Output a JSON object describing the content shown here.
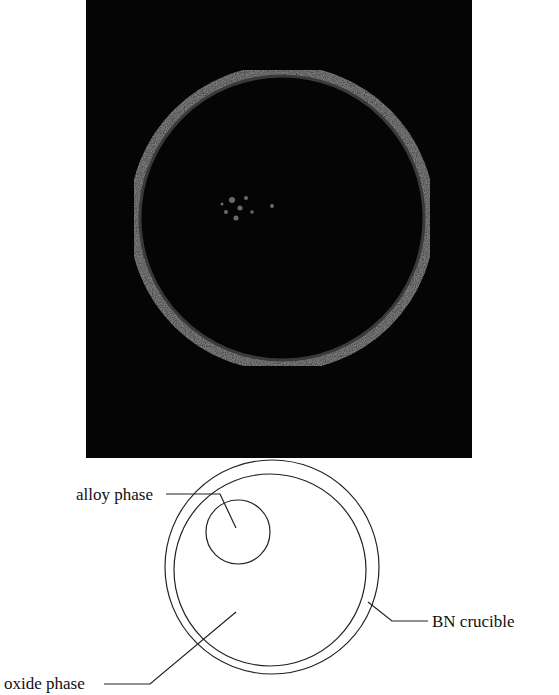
{
  "diagram": {
    "labels": [
      "alloy phase",
      "oxide phase",
      "BN crucible"
    ]
  }
}
